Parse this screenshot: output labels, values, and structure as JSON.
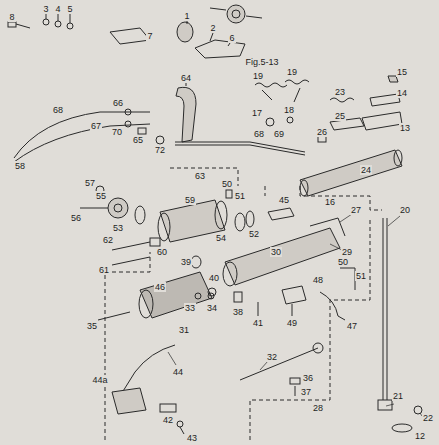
{
  "diagram": {
    "labels": [
      "8",
      "3",
      "4",
      "5",
      "7",
      "1",
      "2",
      "6",
      "Fig.5-13",
      "64",
      "66",
      "68",
      "67",
      "70",
      "65",
      "58",
      "72",
      "19",
      "19",
      "17",
      "18",
      "23",
      "25",
      "26",
      "15",
      "14",
      "13",
      "68",
      "69",
      "24",
      "16",
      "57",
      "55",
      "56",
      "53",
      "63",
      "50",
      "51",
      "59",
      "54",
      "52",
      "45",
      "27",
      "20",
      "30",
      "29",
      "62",
      "61",
      "60",
      "39",
      "50",
      "51",
      "46",
      "40",
      "33",
      "34",
      "48",
      "31",
      "35",
      "38",
      "41",
      "49",
      "47",
      "32",
      "44",
      "44a",
      "36",
      "37",
      "28",
      "21",
      "22",
      "42",
      "43",
      "12"
    ]
  }
}
